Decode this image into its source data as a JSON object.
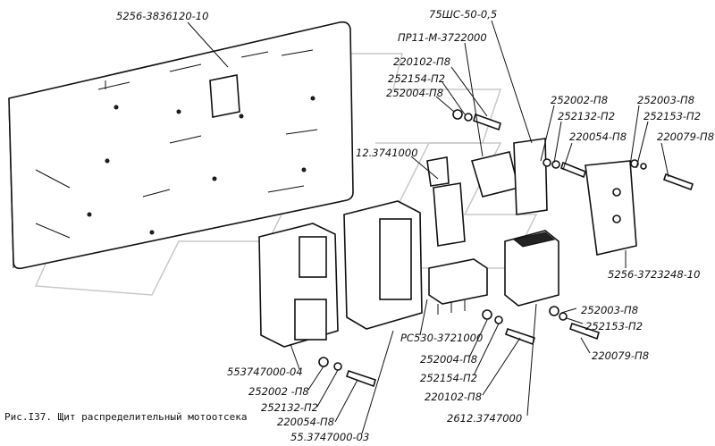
{
  "caption": "Рис.I37. Щит распределительный мотоотсека",
  "labels": {
    "panel": "5256-3836120-10",
    "shunt": "75ШС-50-0,5",
    "switch": "ПР11-М-3722000",
    "screw_top": "220102-П8",
    "washer_top_a": "252154-П2",
    "washer_top_b": "252004-П8",
    "washer_r1": "252002-П8",
    "washer_r2": "252003-П8",
    "washer_r3": "252132-П2",
    "washer_r4": "252153-П2",
    "screw_r1": "220054-П8",
    "screw_r2": "220079-П8",
    "relay_small": "12.3741000",
    "bracket": "5256-3723248-10",
    "washer_b1": "252003-П8",
    "washer_b2": "252153-П2",
    "screw_b1": "220079-П8",
    "relay_rs": "РС530-3721000",
    "block_left": "553747000-04",
    "washer_l1": "252002 -П8",
    "washer_l2": "252132-П2",
    "screw_l1": "220054-П8",
    "block_mid": "55.3747000-03",
    "washer_m1": "252004-П8",
    "washer_m2": "252154-П2",
    "screw_m1": "220102-П8",
    "block_right": "2612.3747000"
  }
}
